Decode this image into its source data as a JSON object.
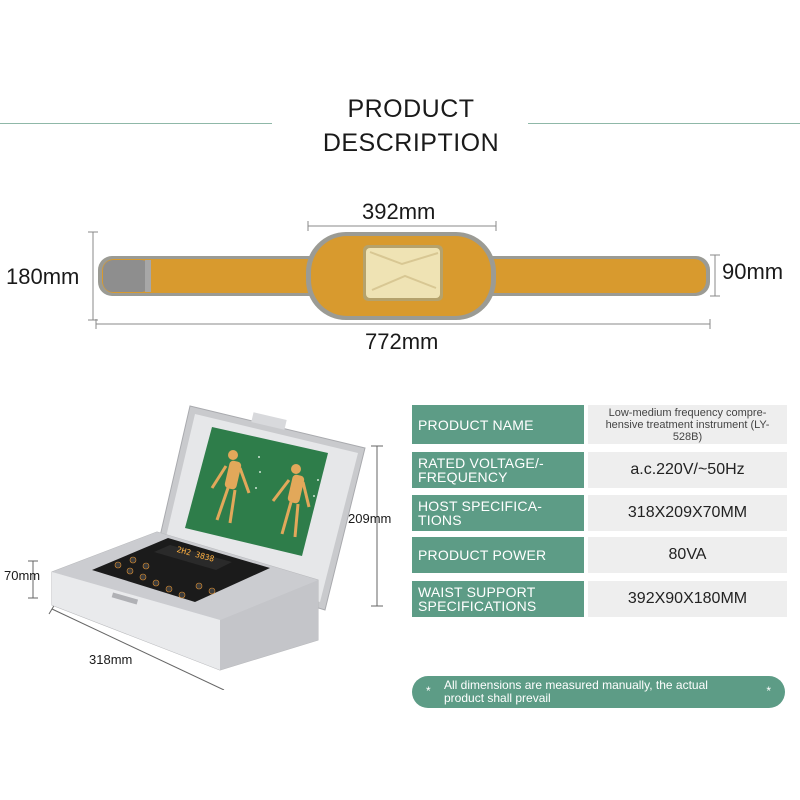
{
  "header": {
    "title_line1": "PRODUCT",
    "title_line2": "DESCRIPTION"
  },
  "belt": {
    "width_pad": "392mm",
    "height_total": "180mm",
    "height_strap": "90mm",
    "length_total": "772mm"
  },
  "device": {
    "height": "209mm",
    "depth": "70mm",
    "width": "318mm",
    "display_readout": "2H2 3838"
  },
  "specs": [
    {
      "label": "PRODUCT NAME",
      "value": "Low-medium frequency compre-hensive treatment instrument (LY-528B)"
    },
    {
      "label": "RATED VOLTAGE/-FREQUENCY",
      "value": "a.c.220V/~50Hz"
    },
    {
      "label": "HOST SPECIFICA-TIONS",
      "value": "318X209X70MM"
    },
    {
      "label": "PRODUCT POWER",
      "value": "80VA"
    },
    {
      "label": "WAIST SUPPORT SPECIFICATIONS",
      "value": "392X90X180MM"
    }
  ],
  "note": {
    "star": "*",
    "text": "All dimensions are measured manually, the actual product shall prevail"
  },
  "colors": {
    "accent_green": "#5d9c86",
    "belt_orange": "#d89a2e",
    "belt_trim": "#9b9b94",
    "pad_gold": "#efe3b4",
    "device_silver": "#d8d9dc",
    "panel_black": "#1b1b1b",
    "chart_green": "#2e7d4a"
  }
}
